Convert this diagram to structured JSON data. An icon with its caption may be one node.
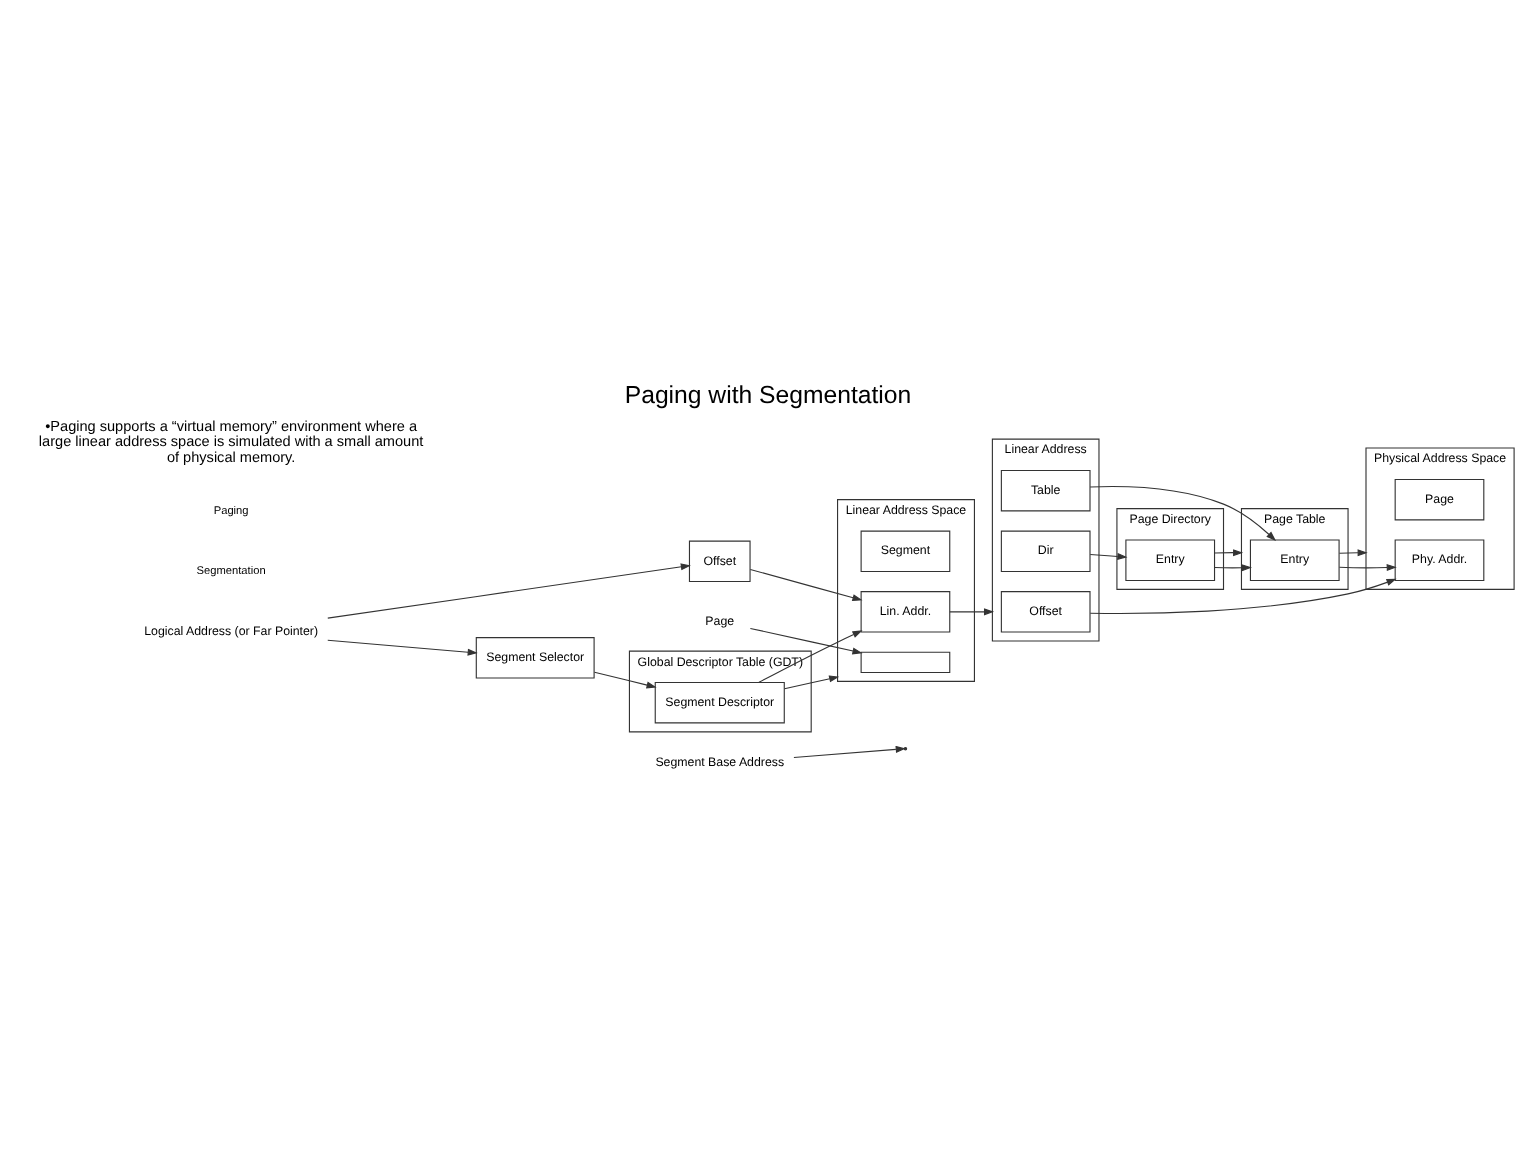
{
  "diagram": {
    "title": "Paging with Segmentation",
    "nodes": [
      {
        "text": [
          "Logical Address (or Far Pointer)"
        ]
      },
      {
        "text": [
          "Segment Selector"
        ]
      },
      {
        "text": [
          "Offset"
        ]
      },
      {
        "text": [
          "Global Descriptor Table (GDT)"
        ]
      },
      {
        "text": [
          "Segment Descriptor"
        ],
        "in": 3
      },
      {
        "text": [
          "Linear Address Space"
        ]
      },
      {
        "text": [
          "Segment"
        ],
        "in": 5
      },
      {
        "text": [
          "Lin. Addr."
        ],
        "in": 5
      },
      {
        "text": [],
        "shape": "box",
        "in": 5
      },
      {
        "text": [
          "Segment Base Address"
        ]
      },
      {
        "text": [
          "Page"
        ]
      },
      {
        "text": [
          "Linear Address"
        ]
      },
      {
        "text": [
          "Dir"
        ],
        "in": 11
      },
      {
        "text": [
          "Table"
        ],
        "in": 11
      },
      {
        "text": [
          "Offset"
        ],
        "in": 11
      },
      {
        "text": [
          "Page Directory"
        ]
      },
      {
        "text": [
          "Entry"
        ],
        "in": 15
      },
      {
        "text": [
          "Page Table"
        ]
      },
      {
        "text": [
          "Entry"
        ],
        "in": 17
      },
      {
        "text": [
          "Physical Address Space"
        ]
      },
      {
        "text": [
          "Page"
        ],
        "in": 19
      },
      {
        "text": [
          "Phy. Addr."
        ],
        "in": 19
      }
    ],
    "edges": [
      {
        "from": 0,
        "to": 1,
        "arrow": "to"
      },
      {
        "from": 0,
        "to": 2,
        "arrow": "to"
      },
      {
        "from": 1,
        "to": 4,
        "arrow": "to"
      },
      {
        "from": 2,
        "to": 7,
        "arrow": "to"
      },
      {
        "from": 4,
        "to": 7,
        "arrow": "to"
      },
      {
        "from": 4,
        "to": 5,
        "arrow": "to"
      },
      {
        "from": 9,
        "to": null,
        "arrow": "to"
      },
      {
        "from": 10,
        "to": 8,
        "arrow": "to"
      },
      {
        "from": 7,
        "to": 11,
        "arrow": "to"
      },
      {
        "from": 12,
        "to": 16,
        "arrow": "to"
      },
      {
        "from": 13,
        "to": 18,
        "arrow": "to"
      },
      {
        "from": 16,
        "to": 18,
        "arrow": "to"
      },
      {
        "from": 16,
        "to": 17,
        "arrow": "to"
      },
      {
        "from": 14,
        "to": 21,
        "arrow": "to"
      },
      {
        "from": 18,
        "to": 21,
        "arrow": "to"
      },
      {
        "from": 18,
        "to": 19,
        "arrow": "to"
      }
    ],
    "labels": [
      "Segmentation",
      "Paging",
      "•Paging supports a “virtual memory” environment where a large linear address space is simulated with a small amount of physical memory."
    ]
  }
}
